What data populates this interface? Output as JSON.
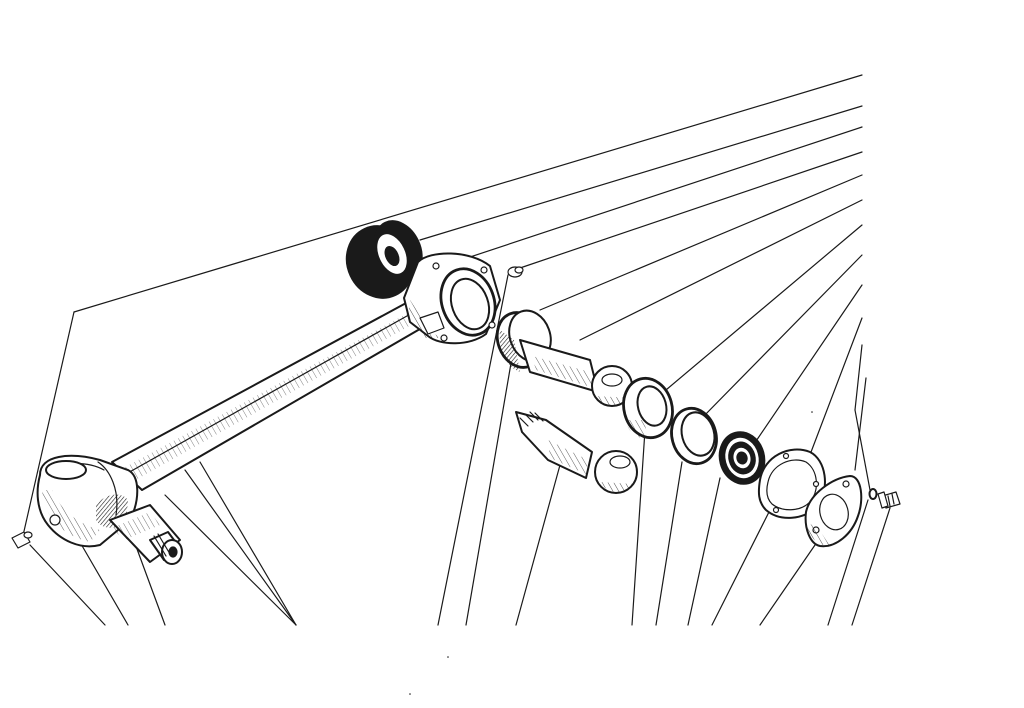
{
  "figure": {
    "kind": "exploded-assembly-drawing",
    "background": "#ffffff",
    "ink": "#1a1a1a",
    "text": []
  },
  "parts": [
    {
      "id": "grease-nipple-left",
      "icon": "grease-nipple-icon"
    },
    {
      "id": "cross-tube-end-housing",
      "icon": "housing-icon"
    },
    {
      "id": "cross-tube",
      "icon": "tube-icon"
    },
    {
      "id": "stub-axle-left",
      "icon": "threaded-stub-icon"
    },
    {
      "id": "bush-dark",
      "icon": "bush-icon"
    },
    {
      "id": "center-housing",
      "icon": "housing-icon"
    },
    {
      "id": "grease-nipple-center",
      "icon": "grease-nipple-icon"
    },
    {
      "id": "bearing-sleeve",
      "icon": "sleeve-icon"
    },
    {
      "id": "ball-pin-upper",
      "icon": "ball-pin-icon"
    },
    {
      "id": "ball-pin-lower",
      "icon": "ball-pin-icon"
    },
    {
      "id": "thrust-washer",
      "icon": "washer-icon"
    },
    {
      "id": "retaining-ring",
      "icon": "ring-icon"
    },
    {
      "id": "rubber-boot",
      "icon": "boot-icon"
    },
    {
      "id": "gasket",
      "icon": "gasket-icon"
    },
    {
      "id": "cover-plate",
      "icon": "plate-icon"
    },
    {
      "id": "spring-washer",
      "icon": "washer-icon"
    },
    {
      "id": "bolt",
      "icon": "bolt-icon"
    }
  ]
}
